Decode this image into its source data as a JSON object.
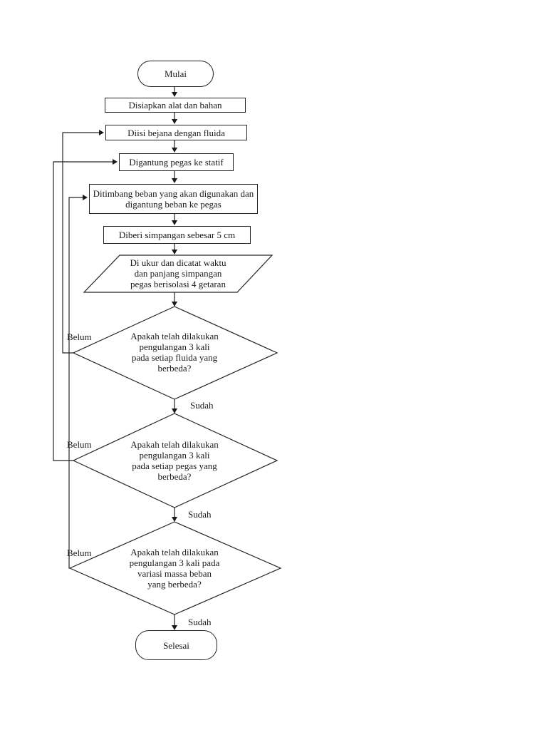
{
  "page": {
    "background": "#ffffff",
    "line_color": "#242424",
    "text_color": "#1a1a1a"
  },
  "flowchart": {
    "nodes": {
      "start": {
        "label": "Mulai"
      },
      "prepare": {
        "label": "Disiapkan alat dan bahan"
      },
      "fill_vessel": {
        "label": "Diisi bejana dengan fluida"
      },
      "hang_spring": {
        "label": "Digantung pegas ke statif"
      },
      "weigh_load": {
        "lines": [
          "Ditimbang beban yang akan digunakan dan",
          "digantung beban ke pegas"
        ]
      },
      "displacement": {
        "label": "Diberi simpangan sebesar 5 cm"
      },
      "measure": {
        "lines": [
          "Di ukur dan dicatat waktu",
          "dan panjang simpangan",
          "pegas berisolasi 4 getaran"
        ]
      },
      "decision_fluida": {
        "lines": [
          "Apakah telah dilakukan",
          "pengulangan 3 kali",
          "pada setiap fluida yang",
          "berbeda?"
        ]
      },
      "decision_pegas": {
        "lines": [
          "Apakah telah dilakukan",
          "pengulangan 3 kali",
          "pada setiap pegas yang",
          "berbeda?"
        ]
      },
      "decision_massa": {
        "lines": [
          "Apakah telah dilakukan",
          "pengulangan 3 kali pada",
          "variasi massa beban",
          "yang berbeda?"
        ]
      },
      "end": {
        "label": "Selesai"
      }
    },
    "edge_labels": {
      "belum_fluida": "Belum",
      "sudah_fluida": "Sudah",
      "belum_pegas": "Belum",
      "sudah_pegas": "Sudah",
      "belum_massa": "Belum",
      "sudah_massa": "Sudah"
    }
  }
}
